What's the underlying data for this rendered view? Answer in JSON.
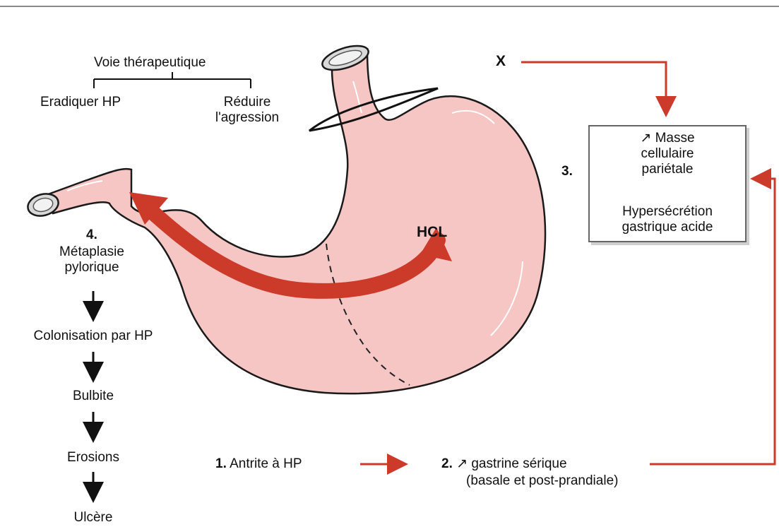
{
  "therapy": {
    "header": "Voie thérapeutique",
    "left": "Eradiquer HP",
    "right_line1": "Réduire",
    "right_line2": "l'agression"
  },
  "factor_x": "X",
  "box3": {
    "number": "3.",
    "line1": "↗ Masse",
    "line2": "cellulaire",
    "line3": "pariétale",
    "line4": "Hypersécrétion",
    "line5": "gastrique acide"
  },
  "hcl_label": "HCL",
  "chain4": {
    "number": "4.",
    "step1_line1": "Métaplasie",
    "step1_line2": "pylorique",
    "step2": "Colonisation par HP",
    "step3": "Bulbite",
    "step4": "Erosions",
    "step5": "Ulcère"
  },
  "bottom": {
    "num1": "1.",
    "label1": "Antrite à HP",
    "num2": "2.",
    "label2_line1": "↗ gastrine sérique",
    "label2_line2": "(basale et post-prandiale)"
  },
  "colors": {
    "red_arrow": "#cc3a2a",
    "stomach_fill": "#f6c6c4",
    "stomach_stroke": "#1a1a1a"
  }
}
